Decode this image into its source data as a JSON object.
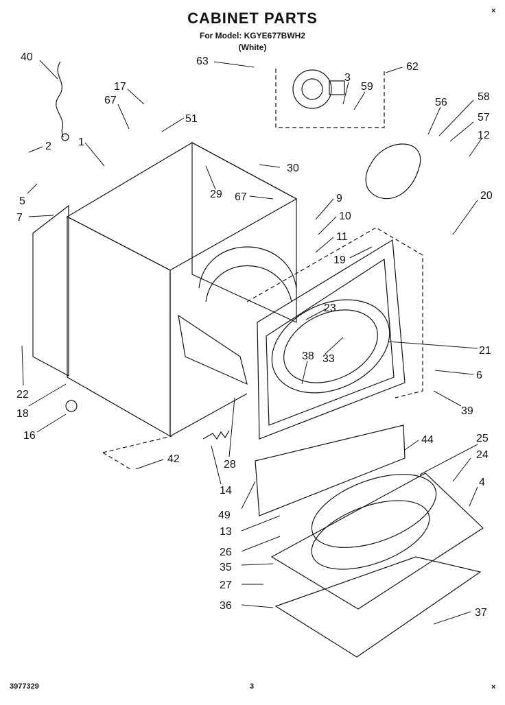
{
  "header": {
    "title": "CABINET PARTS",
    "model_line": "For Model: KGYE677BWH2",
    "color_line": "(White)"
  },
  "footer": {
    "part_code": "3977329",
    "page_number": "3"
  },
  "callouts": [
    {
      "id": "c40",
      "label": "40"
    },
    {
      "id": "c63",
      "label": "63"
    },
    {
      "id": "c62",
      "label": "62"
    },
    {
      "id": "c3",
      "label": "3"
    },
    {
      "id": "c59",
      "label": "59"
    },
    {
      "id": "c17",
      "label": "17"
    },
    {
      "id": "c67a",
      "label": "67"
    },
    {
      "id": "c51",
      "label": "51"
    },
    {
      "id": "c2",
      "label": "2"
    },
    {
      "id": "c1",
      "label": "1"
    },
    {
      "id": "c56",
      "label": "56"
    },
    {
      "id": "c58",
      "label": "58"
    },
    {
      "id": "c57",
      "label": "57"
    },
    {
      "id": "c12",
      "label": "12"
    },
    {
      "id": "c30",
      "label": "30"
    },
    {
      "id": "c5",
      "label": "5"
    },
    {
      "id": "c29",
      "label": "29"
    },
    {
      "id": "c67b",
      "label": "67"
    },
    {
      "id": "c20",
      "label": "20"
    },
    {
      "id": "c7",
      "label": "7"
    },
    {
      "id": "c9",
      "label": "9"
    },
    {
      "id": "c10",
      "label": "10"
    },
    {
      "id": "c11",
      "label": "11"
    },
    {
      "id": "c19",
      "label": "19"
    },
    {
      "id": "c23",
      "label": "23"
    },
    {
      "id": "c21",
      "label": "21"
    },
    {
      "id": "c38",
      "label": "38"
    },
    {
      "id": "c33",
      "label": "33"
    },
    {
      "id": "c22",
      "label": "22"
    },
    {
      "id": "c6",
      "label": "6"
    },
    {
      "id": "c18",
      "label": "18"
    },
    {
      "id": "c39",
      "label": "39"
    },
    {
      "id": "c16",
      "label": "16"
    },
    {
      "id": "c44",
      "label": "44"
    },
    {
      "id": "c25",
      "label": "25"
    },
    {
      "id": "c42",
      "label": "42"
    },
    {
      "id": "c24",
      "label": "24"
    },
    {
      "id": "c28",
      "label": "28"
    },
    {
      "id": "c4",
      "label": "4"
    },
    {
      "id": "c14",
      "label": "14"
    },
    {
      "id": "c49",
      "label": "49"
    },
    {
      "id": "c13",
      "label": "13"
    },
    {
      "id": "c26",
      "label": "26"
    },
    {
      "id": "c35",
      "label": "35"
    },
    {
      "id": "c27",
      "label": "27"
    },
    {
      "id": "c36",
      "label": "36"
    },
    {
      "id": "c37",
      "label": "37"
    }
  ]
}
